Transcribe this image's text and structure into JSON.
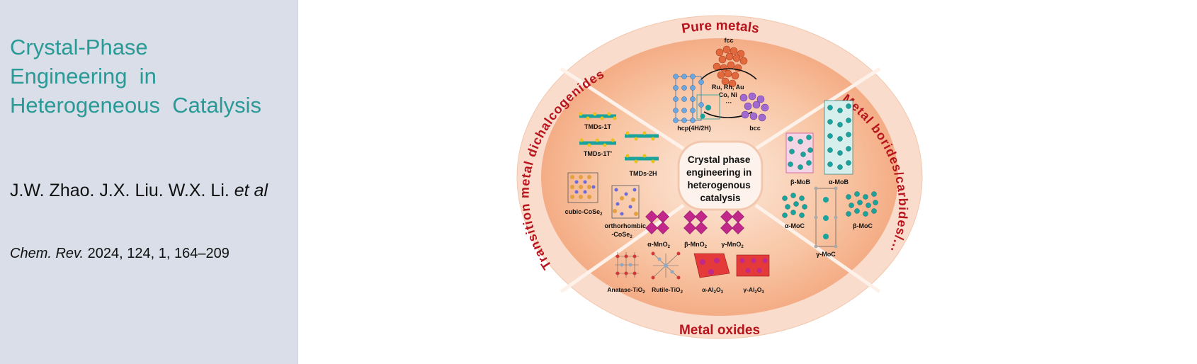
{
  "paper": {
    "title_line1": "Crystal-Phase",
    "title_line2": "Engineering  in",
    "title_line3": "Heterogeneous  Catalysis",
    "authors": "J.W. Zhao. J.X. Liu. W.X. Li.",
    "authors_etal": "et al",
    "journal": "Chem. Rev.",
    "citation": "2024, 124, 1, 164–209"
  },
  "figure": {
    "ring": {
      "top": "Pure metals",
      "bottom": "Metal oxides",
      "left": "Transition metal dichalcogenides",
      "right": "Metal borides/carbides/..."
    },
    "center": {
      "line1": "Crystal phase",
      "line2": "engineering in",
      "line3": "heterogenous",
      "line4": "catalysis"
    },
    "metals": {
      "fcc": "fcc",
      "hcp": "hcp(4H/2H)",
      "bcc": "bcc",
      "list_line1": "Ru, Rh, Au",
      "list_line2": "Co, Ni",
      "list_line3": "···"
    },
    "tmd": {
      "t1": "TMDs-1T",
      "t1p": "TMDs-1T'",
      "t2h": "TMDs-2H",
      "cubic": "cubic-CoSe",
      "ortho_line1": "orthorhombic",
      "ortho_line2": "-CoSe",
      "sub2": "2"
    },
    "oxides": {
      "alpha_mn": "α-MnO",
      "beta_mn": "β-MnO",
      "gamma_mn": "γ-MnO",
      "anatase": "Anatase-TiO",
      "rutile": "Rutile-TiO",
      "alpha_al": "α-Al",
      "gamma_al": "γ-Al",
      "sub2": "2",
      "sub3": "3",
      "o": "O"
    },
    "borides": {
      "beta_mob": "β-MoB",
      "alpha_mob": "α-MoB",
      "alpha_moc": "α-MoC",
      "gamma_moc": "γ-MoC",
      "beta_moc": "β-MoC"
    },
    "colors": {
      "ring": "#f9dccb",
      "inner": "#f6b48e",
      "label_red": "#b8141d",
      "teal": "#1aa39c",
      "magenta": "#c2278a",
      "orange_atom": "#e2683e",
      "blue_atom": "#6aa8e4",
      "purple_atom": "#a06ad0"
    }
  }
}
